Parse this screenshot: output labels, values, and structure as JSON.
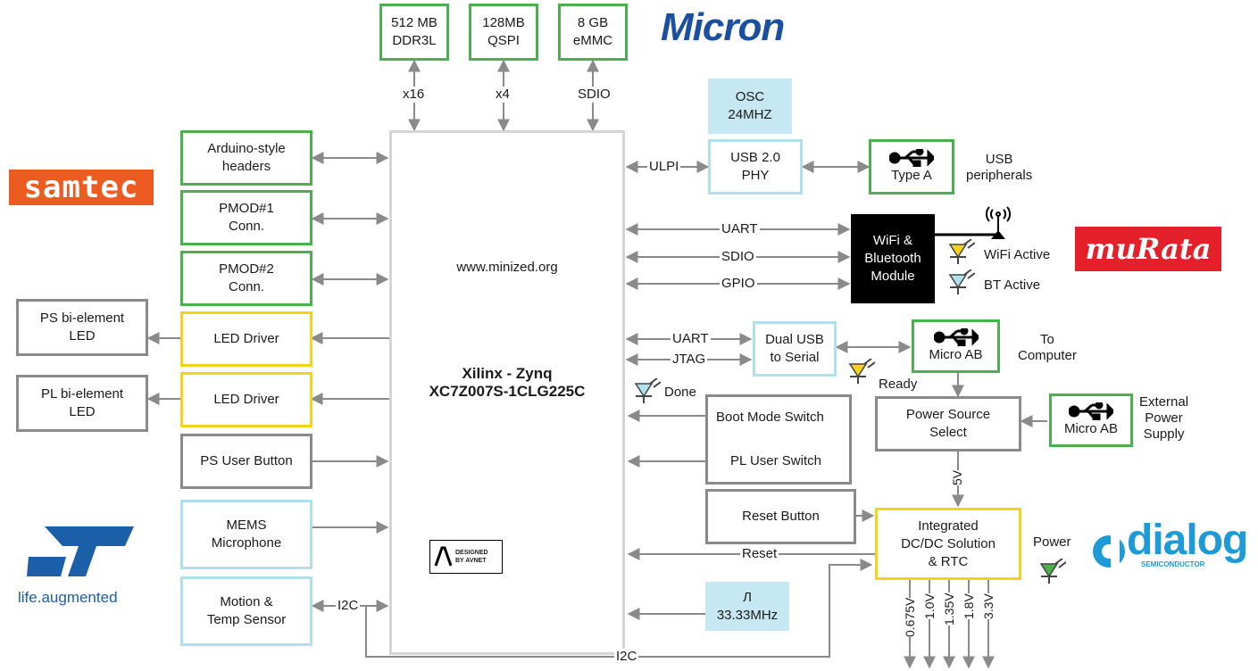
{
  "memory": [
    {
      "line1": "512 MB",
      "line2": "DDR3L",
      "bus": "x16"
    },
    {
      "line1": "128MB",
      "line2": "QSPI",
      "bus": "x4"
    },
    {
      "line1": "8 GB",
      "line2": "eMMC",
      "bus": "SDIO"
    }
  ],
  "logos": {
    "micron": "Micron",
    "samtec": "samtec",
    "murata": "muRata",
    "dialog": "dialog",
    "dialog_sub": "SEMICONDUCTOR",
    "st_tag": "life.augmented",
    "avnet_1": "DESIGNED",
    "avnet_2": "BY AVNET"
  },
  "zynq": {
    "url": "www.minized.org",
    "title1": "Xilinx - Zynq",
    "title2": "XC7Z007S-1CLG225C"
  },
  "left": {
    "arduino": [
      "Arduino-style",
      "headers"
    ],
    "pmod1": [
      "PMOD#1",
      "Conn."
    ],
    "pmod2": [
      "PMOD#2",
      "Conn."
    ],
    "ps_led": [
      "PS bi-element",
      "LED"
    ],
    "pl_led": [
      "PL bi-element",
      "LED"
    ],
    "led_driver": "LED Driver",
    "ps_button": "PS User Button",
    "mems": [
      "MEMS",
      "Microphone"
    ],
    "motion": [
      "Motion &",
      "Temp Sensor"
    ],
    "i2c": "I2C"
  },
  "right": {
    "osc": [
      "OSC",
      "24MHZ"
    ],
    "ulpi": "ULPI",
    "phy": [
      "USB 2.0",
      "PHY"
    ],
    "typea": "Type A",
    "usb_periph": [
      "USB",
      "peripherals"
    ],
    "uart": "UART",
    "sdio": "SDIO",
    "gpio": "GPIO",
    "wifi": [
      "WiFi &",
      "Bluetooth",
      "Module"
    ],
    "wifi_active": "WiFi Active",
    "bt_active": "BT Active",
    "uart2": "UART",
    "jtag": "JTAG",
    "dual": [
      "Dual USB",
      "to Serial"
    ],
    "micro_ab": "Micro AB",
    "to_computer": [
      "To",
      "Computer"
    ],
    "ready": "Ready",
    "done": "Done",
    "boot": "Boot Mode Switch",
    "pl_switch": "PL User Switch",
    "pss": [
      "Power Source",
      "Select"
    ],
    "ext": [
      "External",
      "Power",
      "Supply"
    ],
    "v5": "5V",
    "reset_btn": "Reset Button",
    "pmic": [
      "Integrated",
      "DC/DC Solution",
      "& RTC"
    ],
    "power": "Power",
    "reset": "Reset",
    "clk": [
      "Л",
      "33.33MHz"
    ],
    "i2c_bottom": "I2C",
    "rails": [
      "0.675V",
      "1.0V",
      "1.35V",
      "1.8V",
      "3.3V"
    ]
  },
  "colors": {
    "green": "#4cb050",
    "yellow": "#f3d41a",
    "gray": "#8a8a8a",
    "lightblue": "#aee0ee",
    "micron": "#1b4fa0",
    "samtec": "#ec5b1f",
    "murata": "#e4202b",
    "dialog": "#1e9bd7",
    "st": "#1a5fa8"
  }
}
